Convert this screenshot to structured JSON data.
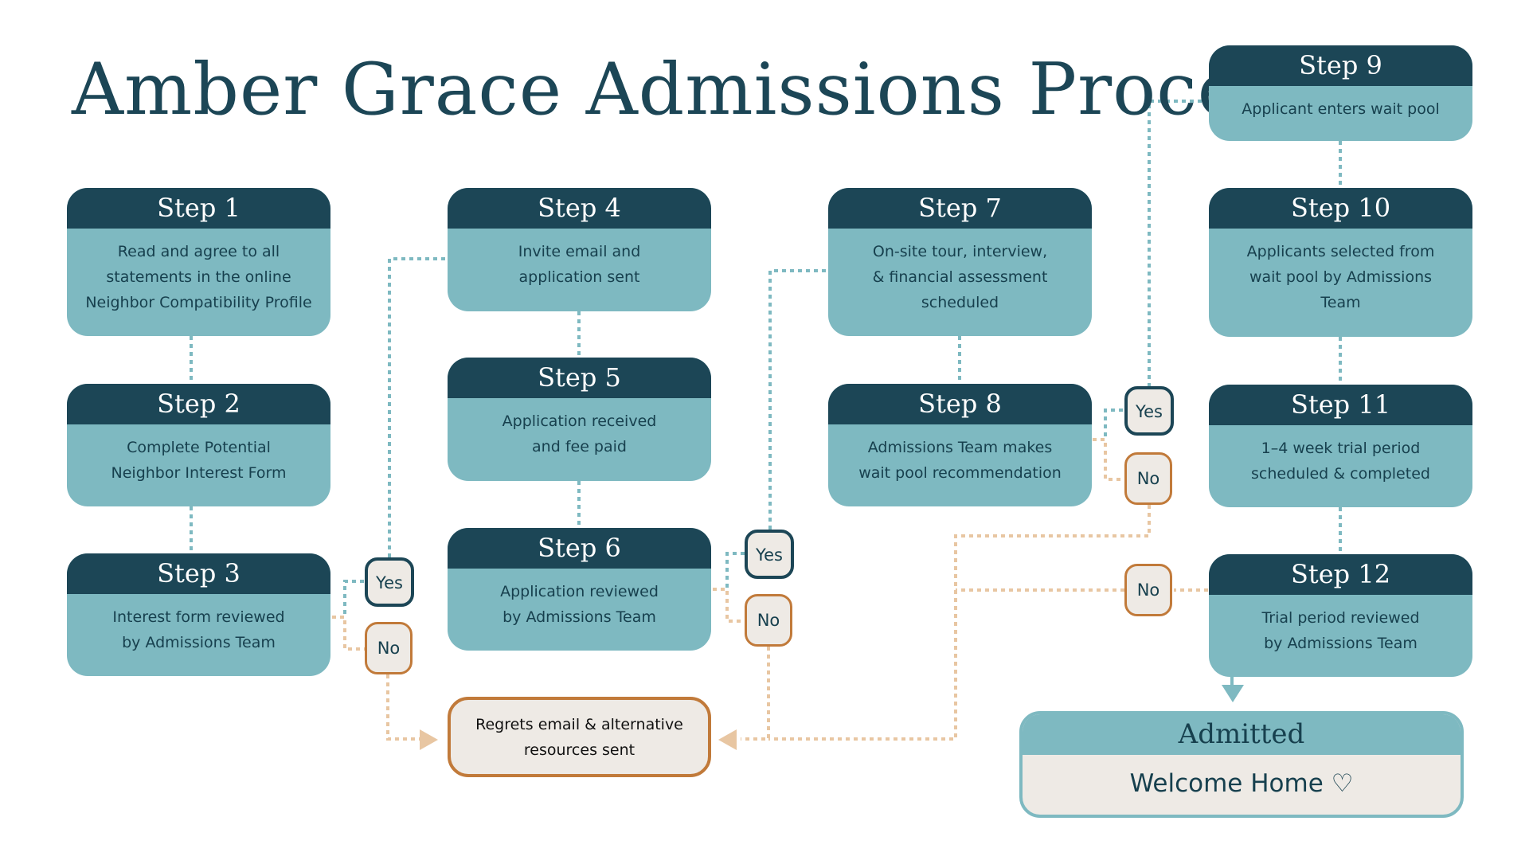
{
  "title": "Amber Grace Admissions Process",
  "steps": [
    {
      "id": 1,
      "label": "Step 1",
      "text": [
        "Read and agree to all",
        "statements in the online",
        "Neighbor Compatibility Profile"
      ]
    },
    {
      "id": 2,
      "label": "Step 2",
      "text": [
        "Complete Potential",
        "Neighbor Interest Form"
      ]
    },
    {
      "id": 3,
      "label": "Step 3",
      "text": [
        "Interest form reviewed",
        "by Admissions Team"
      ]
    },
    {
      "id": 4,
      "label": "Step 4",
      "text": [
        "Invite email and",
        "application sent"
      ]
    },
    {
      "id": 5,
      "label": "Step 5",
      "text": [
        "Application received",
        "and fee paid"
      ]
    },
    {
      "id": 6,
      "label": "Step 6",
      "text": [
        "Application reviewed",
        "by Admissions Team"
      ]
    },
    {
      "id": 7,
      "label": "Step 7",
      "text": [
        "On-site tour, interview,",
        "& financial assessment",
        "scheduled"
      ]
    },
    {
      "id": 8,
      "label": "Step 8",
      "text": [
        "Admissions Team makes",
        "wait pool recommendation"
      ]
    },
    {
      "id": 9,
      "label": "Step 9",
      "text": [
        "Applicant enters wait pool"
      ]
    },
    {
      "id": 10,
      "label": "Step 10",
      "text": [
        "Applicants selected from",
        "wait pool by Admissions",
        "Team"
      ]
    },
    {
      "id": 11,
      "label": "Step 11",
      "text": [
        "1–4 week trial period",
        "scheduled & completed"
      ]
    },
    {
      "id": 12,
      "label": "Step 12",
      "text": [
        "Trial period reviewed",
        "by Admissions Team"
      ]
    }
  ],
  "decisions": {
    "yes_label": "Yes",
    "no_label": "No"
  },
  "regrets": {
    "text": [
      "Regrets email & alternative",
      "resources sent"
    ]
  },
  "admitted": {
    "title": "Admitted",
    "subtitle": "Welcome Home ♡"
  },
  "colors": {
    "dark_teal": "#1c4656",
    "light_teal": "#7eb9c1",
    "orange": "#c17a3a",
    "cream": "#eeeae5",
    "dotted_orange": "#e8c6a2"
  }
}
